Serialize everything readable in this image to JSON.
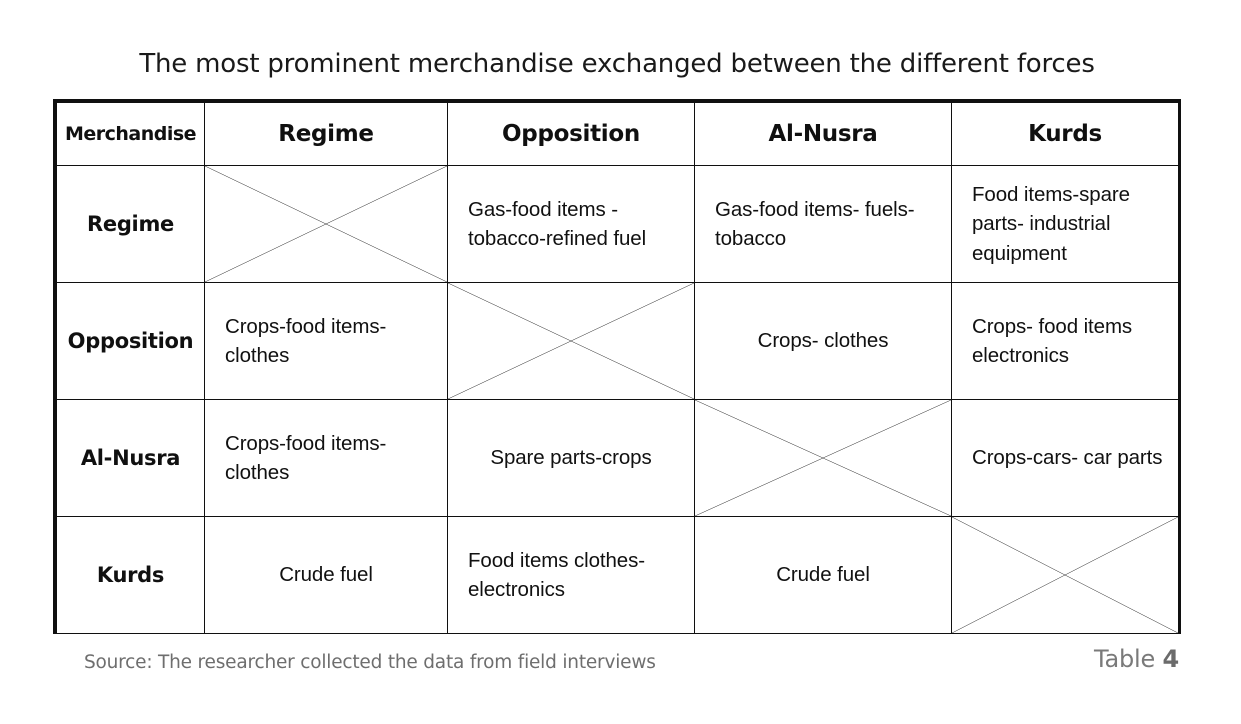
{
  "title": "The most prominent merchandise exchanged between the different forces",
  "colors": {
    "header_fill": "#F4BA6C",
    "border": "#101010",
    "cell_text": "#111111",
    "footer_text": "#6e6e6e",
    "page_background": "#FFFFFF"
  },
  "table": {
    "corner_label": "Merchandise",
    "column_headers": [
      "Regime",
      "Opposition",
      "Al-Nusra",
      "Kurds"
    ],
    "row_headers": [
      "Regime",
      "Opposition",
      "Al-Nusra",
      "Kurds"
    ],
    "rows": [
      {
        "header": "Regime",
        "cells": [
          {
            "crossed": true,
            "text": ""
          },
          {
            "crossed": false,
            "text": "Gas-food items -tobacco-refined fuel",
            "align": "left"
          },
          {
            "crossed": false,
            "text": "Gas-food items- fuels- tobacco",
            "align": "left"
          },
          {
            "crossed": false,
            "text": "Food items-spare parts- industrial equipment",
            "align": "left"
          }
        ]
      },
      {
        "header": "Opposition",
        "cells": [
          {
            "crossed": false,
            "text": "Crops-food items-clothes",
            "align": "left"
          },
          {
            "crossed": true,
            "text": ""
          },
          {
            "crossed": false,
            "text": "Crops- clothes",
            "align": "center"
          },
          {
            "crossed": false,
            "text": "Crops- food items electronics",
            "align": "left"
          }
        ]
      },
      {
        "header": "Al-Nusra",
        "cells": [
          {
            "crossed": false,
            "text": "Crops-food items-clothes",
            "align": "left"
          },
          {
            "crossed": false,
            "text": "Spare parts-crops",
            "align": "center"
          },
          {
            "crossed": true,
            "text": ""
          },
          {
            "crossed": false,
            "text": "Crops-cars- car parts",
            "align": "left"
          }
        ]
      },
      {
        "header": "Kurds",
        "cells": [
          {
            "crossed": false,
            "text": "Crude fuel",
            "align": "center"
          },
          {
            "crossed": false,
            "text": "Food items clothes-electronics",
            "align": "left"
          },
          {
            "crossed": false,
            "text": "Crude fuel",
            "align": "center"
          },
          {
            "crossed": true,
            "text": ""
          }
        ]
      }
    ]
  },
  "footer": {
    "source": "Source: The researcher collected the data from field interviews",
    "table_label": "Table",
    "table_number": "4"
  },
  "chart_data": {
    "type": "table",
    "title": "The most prominent merchandise exchanged between the different forces",
    "row_axis_label": "Merchandise",
    "columns": [
      "Merchandise",
      "Regime",
      "Opposition",
      "Al-Nusra",
      "Kurds"
    ],
    "index": [
      "Regime",
      "Opposition",
      "Al-Nusra",
      "Kurds"
    ],
    "values": [
      [
        "Regime",
        "—",
        "Gas-food items -tobacco-refined fuel",
        "Gas-food items- fuels- tobacco",
        "Food items-spare parts- industrial equipment"
      ],
      [
        "Opposition",
        "Crops-food items-clothes",
        "—",
        "Crops- clothes",
        "Crops- food items electronics"
      ],
      [
        "Al-Nusra",
        "Crops-food items-clothes",
        "Spare parts-crops",
        "—",
        "Crops-cars- car parts"
      ],
      [
        "Kurds",
        "Crude fuel",
        "Food items clothes-electronics",
        "Crude fuel",
        "—"
      ]
    ],
    "diagonal_marker": "crossed-out (X) cells indicate self-to-self, no exchange recorded",
    "note": "Source: The researcher collected the data from field interviews"
  }
}
